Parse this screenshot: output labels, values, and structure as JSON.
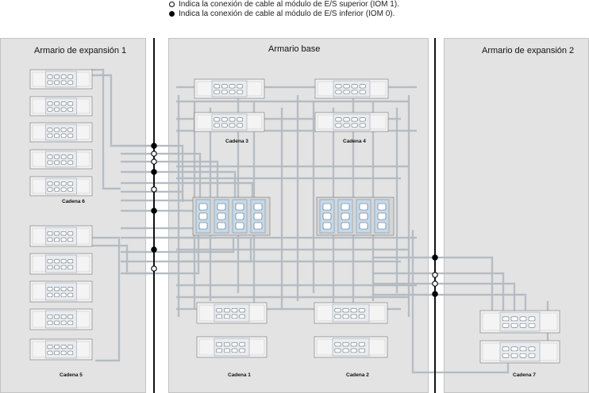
{
  "legend": {
    "upper": "Indica la conexión de cable al módulo de E/S superior (IOM 1).",
    "lower": "Indica la conexión de cable al módulo de E/S inferior (IOM 0)."
  },
  "cabinets": {
    "expansion1": "Armario de expansión 1",
    "base": "Armario base",
    "expansion2": "Armario de expansión 2"
  },
  "chains": {
    "c1": "Cadena 1",
    "c2": "Cadena 2",
    "c3": "Cadena 3",
    "c4": "Cadena 4",
    "c5": "Cadena 5",
    "c6": "Cadena 6",
    "c7": "Cadena 7"
  },
  "colors": {
    "panel_bg": "#e3e3e3",
    "shelf_bg": "#f4f4f4",
    "cable": "#9aa3ad",
    "controller": "#c4d9ea"
  }
}
